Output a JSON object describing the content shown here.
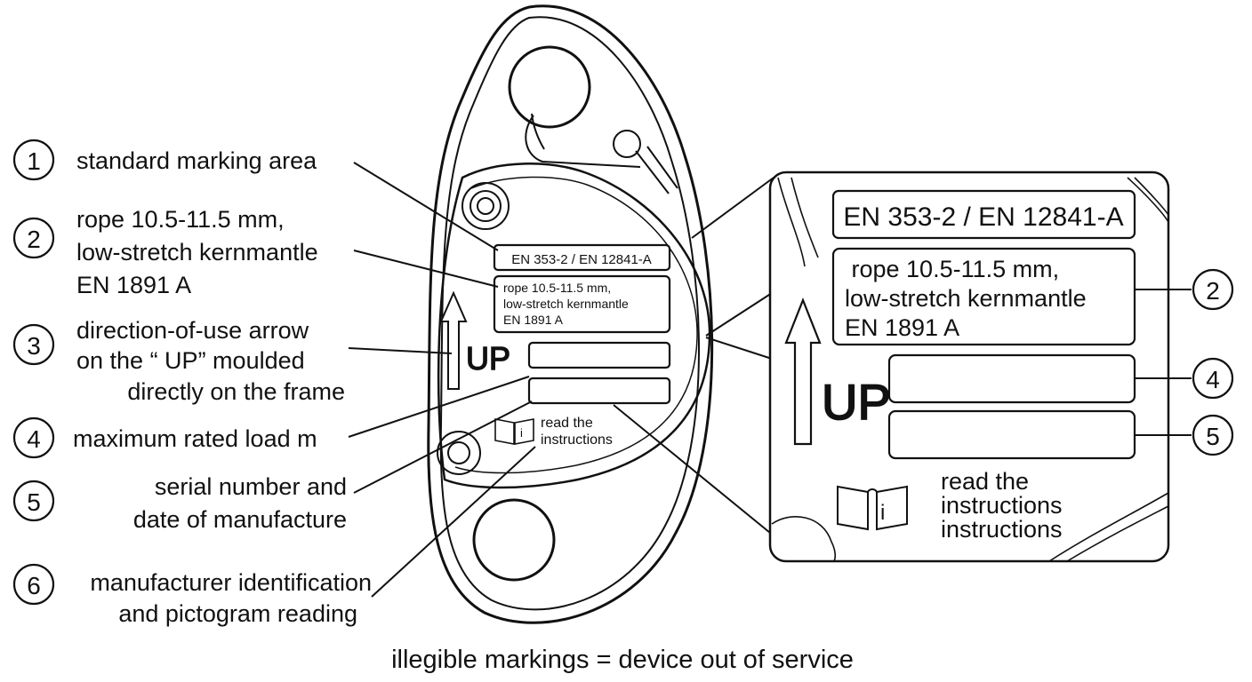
{
  "callouts": [
    {
      "num": "1",
      "lines": [
        "standard marking area"
      ]
    },
    {
      "num": "2",
      "lines": [
        "rope 10.5-11.5 mm,",
        "low-stretch kernmantle",
        "EN 1891 A"
      ]
    },
    {
      "num": "3",
      "lines": [
        "direction-of-use arrow",
        "on the “ UP” moulded",
        "directly on the frame"
      ]
    },
    {
      "num": "4",
      "lines": [
        "maximum rated load m"
      ]
    },
    {
      "num": "5",
      "lines": [
        "serial number and",
        "date of manufacture"
      ]
    },
    {
      "num": "6",
      "lines": [
        "manufacturer identification",
        "and pictogram reading"
      ]
    }
  ],
  "device": {
    "standard_label": "EN 353-2 / EN 12841-A",
    "rope_lines": [
      "rope 10.5-11.5 mm,",
      "low-stretch kernmantle",
      "EN 1891 A"
    ],
    "up_text": "UP",
    "read_lines": [
      "read the",
      "instructions"
    ],
    "info_glyph": "i"
  },
  "zoom": {
    "standard_label": "EN 353-2 / EN 12841-A",
    "rope_lines": [
      " rope 10.5-11.5 mm,",
      "low-stretch kernmantle",
      "EN 1891 A"
    ],
    "up_text": "UP",
    "read_lines": [
      "read the",
      "instructions",
      "instructions"
    ],
    "info_glyph": "i",
    "callout_nums": [
      "2",
      "4",
      "5"
    ]
  },
  "footer": "illegible markings = device out of service"
}
